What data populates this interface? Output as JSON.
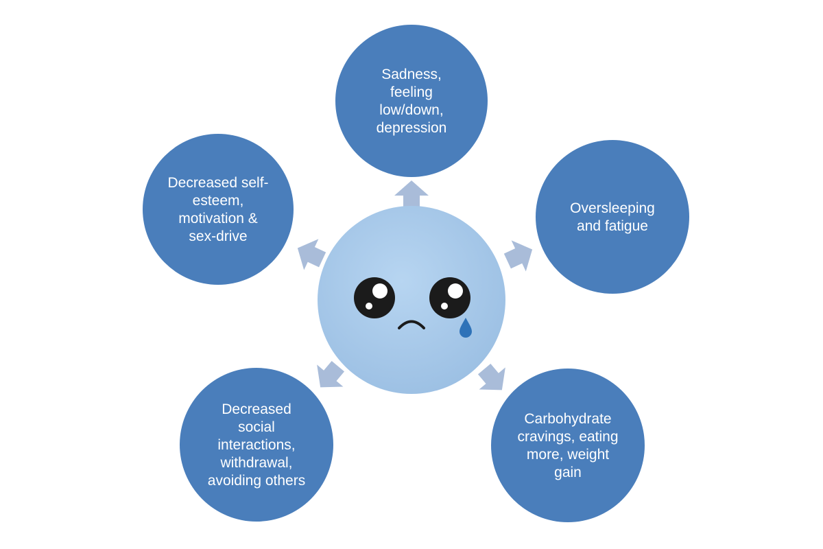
{
  "colors": {
    "node_fill": "#4a7ebb",
    "arrow_fill": "#a9bcd9",
    "center_face": "#a8c8e8",
    "tear": "#2e72b8",
    "eye": "#1b1b1b",
    "node_text": "#ffffff"
  },
  "center": {
    "icon": "sad-face-icon"
  },
  "nodes": [
    {
      "id": "sadness",
      "lines": [
        "Sadness,",
        "feeling",
        "low/down,",
        "depression"
      ]
    },
    {
      "id": "oversleeping",
      "lines": [
        "Oversleeping",
        "and fatigue"
      ]
    },
    {
      "id": "carbohydrate",
      "lines": [
        "Carbohydrate",
        "cravings, eating",
        "more, weight",
        "gain"
      ]
    },
    {
      "id": "social",
      "lines": [
        "Decreased",
        "social",
        "interactions,",
        "withdrawal,",
        "avoiding others"
      ]
    },
    {
      "id": "self-esteem",
      "lines": [
        "Decreased self-",
        "esteem,",
        "motivation &",
        "sex-drive"
      ]
    }
  ]
}
